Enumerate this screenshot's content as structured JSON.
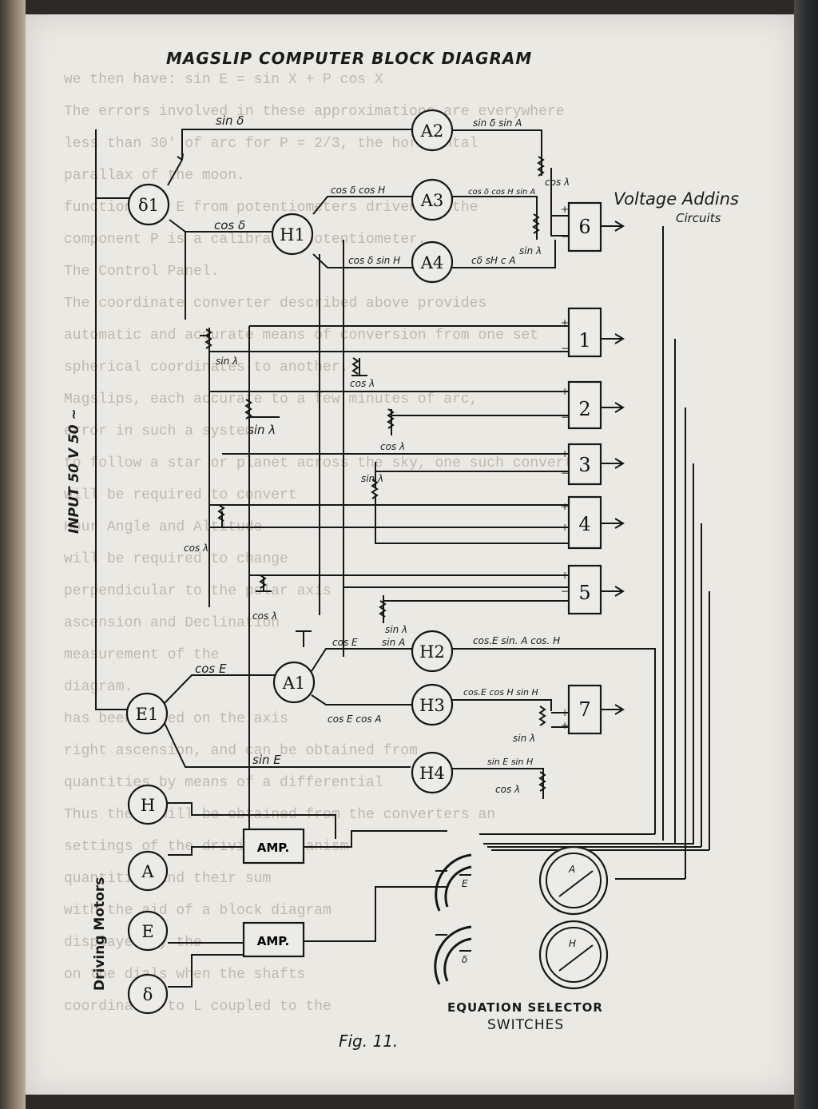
{
  "title": "MAGSLIP COMPUTER    BLOCK DIAGRAM",
  "figure_label": "Fig.   11.",
  "input_label": "INPUT 50 V 50 ~",
  "motors_label": "Driving  Motors",
  "voltage_adding_label": "Voltage Addins",
  "voltage_adding_sub": "Circuits",
  "equation_label": "EQUATION  SELECTOR",
  "switches_label": "SWITCHES",
  "nodes": {
    "delta1": "δ1",
    "h1": "H1",
    "a1": "A1",
    "e1": "E1",
    "a2": "A2",
    "a3": "A3",
    "a4": "A4",
    "h2": "H2",
    "h3": "H3",
    "h4": "H4",
    "motor_h": "H",
    "motor_a": "A",
    "motor_e": "E",
    "motor_delta": "δ"
  },
  "boxes": {
    "b1": "1",
    "b2": "2",
    "b3": "3",
    "b4": "4",
    "b5": "5",
    "b6": "6",
    "b7": "7"
  },
  "amps": {
    "amp1": "AMP.",
    "amp2": "AMP."
  },
  "switch_letters": {
    "s_e": "E",
    "s_delta": "δ",
    "dial_a": "A",
    "dial_h": "H"
  },
  "signals": {
    "sin_delta": "sin δ",
    "cos_delta": "cos δ",
    "sin_delta_sin_a": "sin δ sin A",
    "cos_delta_cos_h": "cos δ cos H",
    "cos_delta_cos_h_sin_a": "cos δ cos H sin A",
    "cos_delta_sin_h": "cos δ sin H",
    "cos_lambda_a": "cos λ",
    "sin_lambda_a4": "sin λ",
    "cd_sh_ca": "cδ sH c A",
    "cos_e": "cos E",
    "sin_e": "sin E",
    "cos_e_cos_a": "cos E   cos A",
    "cos_e_sin_a_cos_h": "cos.E sin. A cos. H",
    "cos_e_cos_h_sin_h": "cos.E cos H sin H",
    "sin_e_sin_h": "sin E sin H",
    "sin_a": "sin A",
    "sin_lambda": "sin λ",
    "cos_lambda": "cos λ"
  },
  "ghost_text": [
    "we then have:     sin E = sin X + P cos X",
    "The errors involved in these approximations are everywhere",
    "less than      30' of arc for P = 2/3, the horizontal",
    "parallax of the moon.",
    "functions of E from potentiometers driven by the",
    "component P is a calibrated potentiometer.",
    "The Control Panel.",
    "The coordinate converter described above provides",
    "automatic and accurate means of conversion from one set",
    "spherical coordinates to another.",
    "Magslips, each accurate to a few minutes of arc,",
    "error in such a system",
    "to follow a star or planet across the sky, one such converter",
    "will be required to convert",
    "Hour Angle and Altitude",
    "will be required to change",
    "perpendicular to the polar axis",
    "ascension and Declination",
    "measurement of the",
    "diagram.",
    "has been fixed on the axis",
    "right ascension, and can be obtained from",
    "quantities by means of a differential",
    "Thus there will be obtained from the converters an",
    "settings of the driving mechanism",
    "quantities and their sum",
    "with the aid of a block diagram",
    "displayed by the",
    "on the dials when the shafts",
    "coordinates to L coupled to the"
  ]
}
